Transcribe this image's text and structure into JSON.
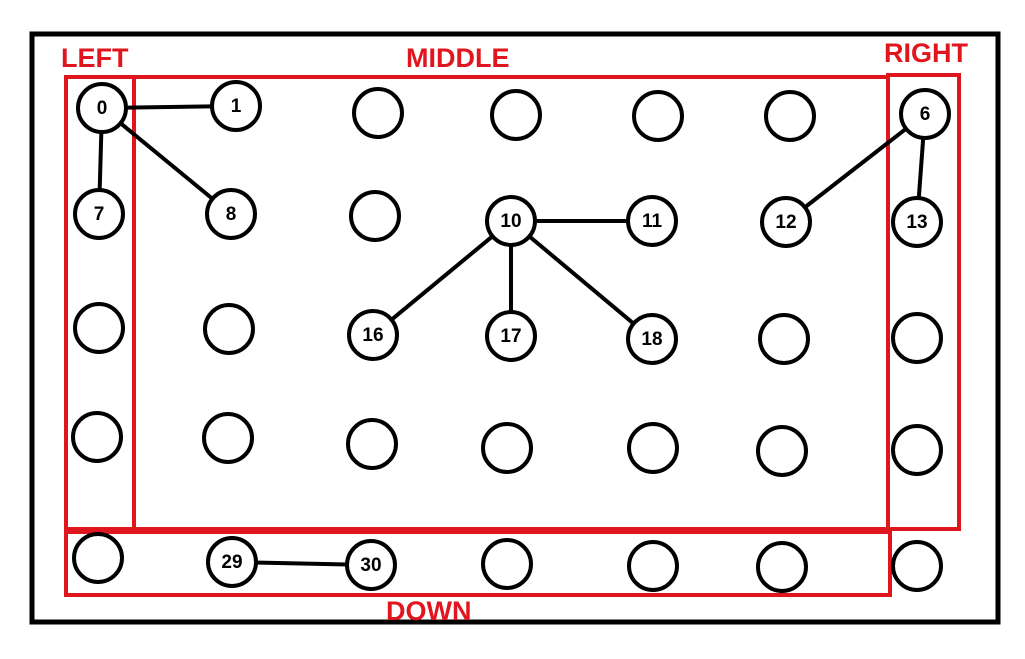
{
  "colors": {
    "frame": "#000000",
    "region": "#e0161e",
    "node_stroke": "#000000",
    "node_fill": "#ffffff",
    "edge": "#000000"
  },
  "regions": {
    "left": "LEFT",
    "middle": "MIDDLE",
    "right": "RIGHT",
    "down": "DOWN"
  },
  "nodes": {
    "n0": "0",
    "n1": "1",
    "n6": "6",
    "n7": "7",
    "n8": "8",
    "n10": "10",
    "n11": "11",
    "n12": "12",
    "n13": "13",
    "n16": "16",
    "n17": "17",
    "n18": "18",
    "n29": "29",
    "n30": "30"
  },
  "edges": [
    [
      "0",
      "1"
    ],
    [
      "0",
      "7"
    ],
    [
      "0",
      "8"
    ],
    [
      "6",
      "12"
    ],
    [
      "6",
      "13"
    ],
    [
      "10",
      "11"
    ],
    [
      "10",
      "16"
    ],
    [
      "10",
      "17"
    ],
    [
      "10",
      "18"
    ],
    [
      "29",
      "30"
    ]
  ]
}
